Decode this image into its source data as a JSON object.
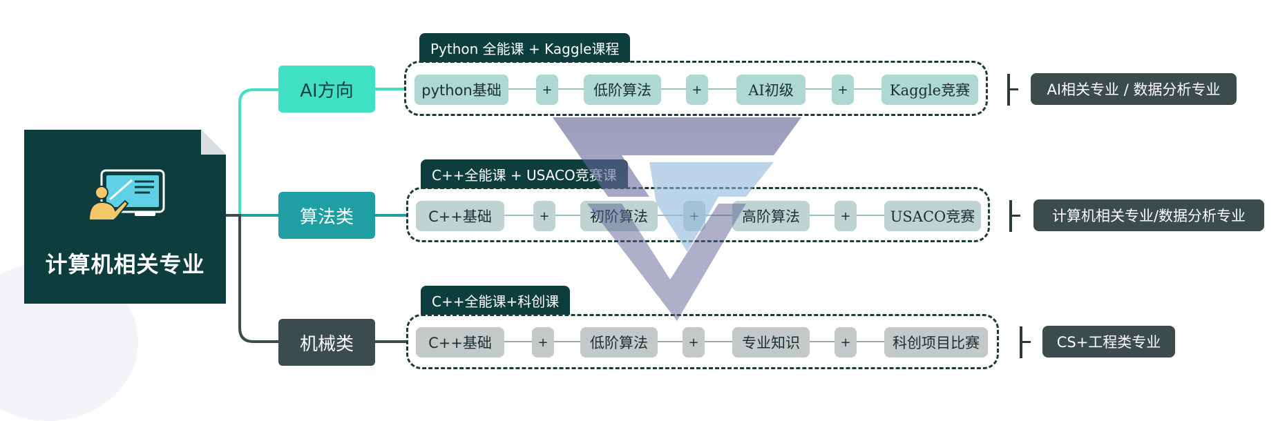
{
  "root": {
    "title": "计算机相关专业",
    "icon": "teacher-blackboard-icon"
  },
  "branches": [
    {
      "id": "ai",
      "label": "AI方向",
      "course_title": "Python 全能课 + Kaggle课程",
      "steps": [
        "python基础",
        "低阶算法",
        "AI初级",
        "Kaggle竞赛"
      ],
      "joiner": "+",
      "major": "AI相关专业 / 数据分析专业"
    },
    {
      "id": "algo",
      "label": "算法类",
      "course_title": "C++全能课 + USACO竞赛课",
      "steps": [
        "C++基础",
        "初阶算法",
        "高阶算法",
        "USACO竞赛"
      ],
      "joiner": "+",
      "major": "计算机相关专业/数据分析专业"
    },
    {
      "id": "mech",
      "label": "机械类",
      "course_title": "C++全能课+科创课",
      "steps": [
        "C++基础",
        "低阶算法",
        "专业知识",
        "科创项目比赛"
      ],
      "joiner": "+",
      "major": "CS+工程类专业"
    }
  ],
  "colors": {
    "root": "#0e3d3e",
    "ai": "#3fe0c4",
    "algo": "#1f9ea3",
    "mech": "#3a4c4d",
    "major_badge": "#3c4b4c",
    "watermark_top": "#5b5b8f",
    "watermark_bottom": "#8fb8d9"
  }
}
